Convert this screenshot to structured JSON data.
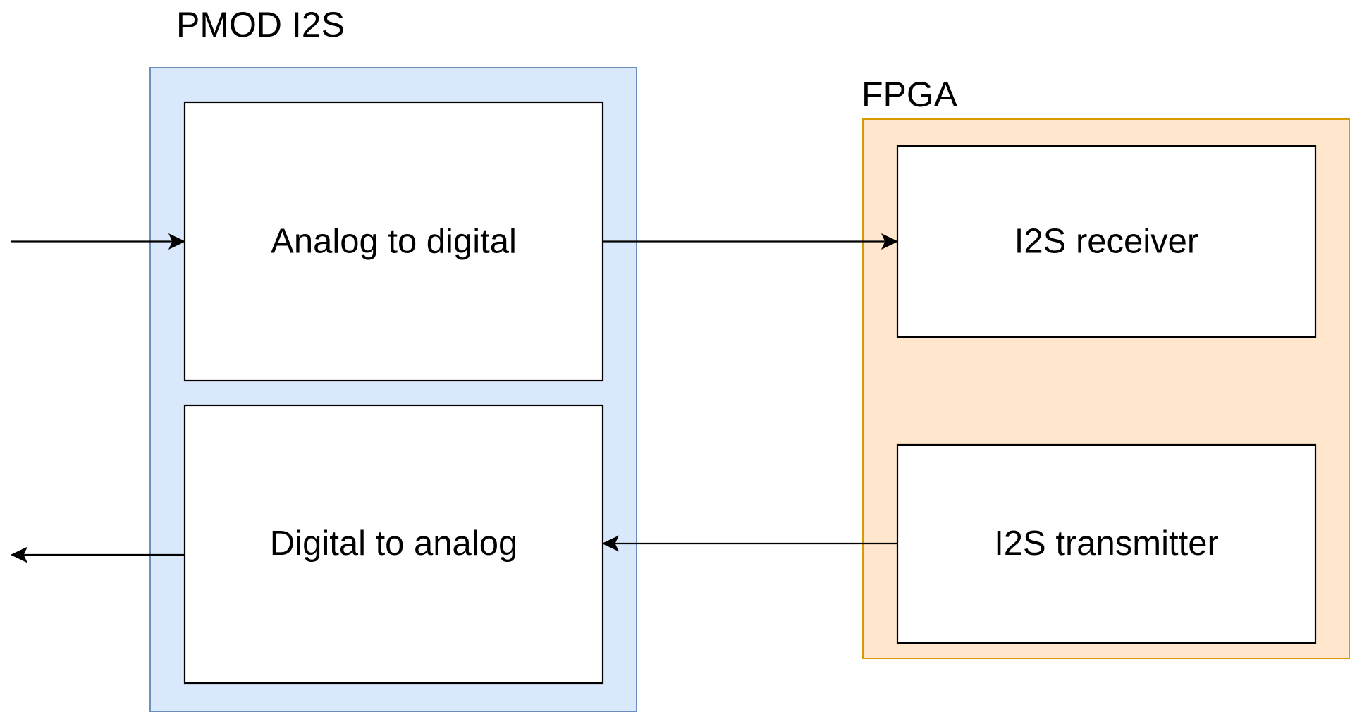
{
  "diagram": {
    "groups": {
      "pmod": {
        "label": "PMOD I2S",
        "fill": "#dae8fc",
        "stroke": "#6c8ebf"
      },
      "fpga": {
        "label": "FPGA",
        "fill": "#ffe6cc",
        "stroke": "#d79b00"
      }
    },
    "blocks": {
      "adc": {
        "label": "Analog to digital"
      },
      "dac": {
        "label": "Digital to analog"
      },
      "rx": {
        "label": "I2S receiver"
      },
      "tx": {
        "label": "I2S transmitter"
      }
    },
    "edges": [
      {
        "name": "analog-input-arrow",
        "from": "external-input",
        "to": "Analog to digital"
      },
      {
        "name": "adc-to-receiver-arrow",
        "from": "Analog to digital",
        "to": "I2S receiver"
      },
      {
        "name": "transmitter-to-dac-arrow",
        "from": "I2S transmitter",
        "to": "Digital to analog"
      },
      {
        "name": "analog-output-arrow",
        "from": "Digital to analog",
        "to": "external-output"
      }
    ]
  }
}
